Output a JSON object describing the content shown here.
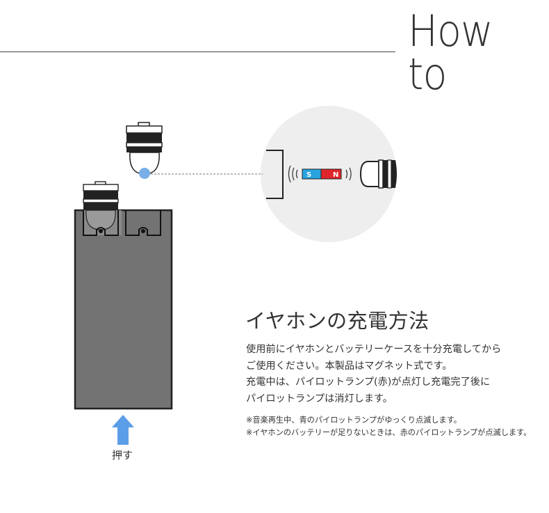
{
  "header": {
    "title": "How to"
  },
  "diagram": {
    "push_label": "押す",
    "magnet": {
      "south_label": "S",
      "north_label": "N",
      "south_color": "#29a3e0",
      "north_color": "#e0252b"
    },
    "case_color": "#737373",
    "arrow_color": "#5b9ee8",
    "magnet_dot_color": "#79aee6"
  },
  "section": {
    "title": "イヤホンの充電方法",
    "description_lines": [
      "使用前にイヤホンとバッテリーケースを十分充電してから",
      "ご使用ください。本製品はマグネット式です。",
      "充電中は、パイロットランプ(赤)が点灯し充電完了後に",
      "パイロットランプは消灯します。"
    ],
    "notes": [
      "※音楽再生中、青のパイロットランプがゆっくり点滅します。",
      "※イヤホンのバッテリーが足りないときは、赤のパイロットランプが点滅します。"
    ]
  }
}
